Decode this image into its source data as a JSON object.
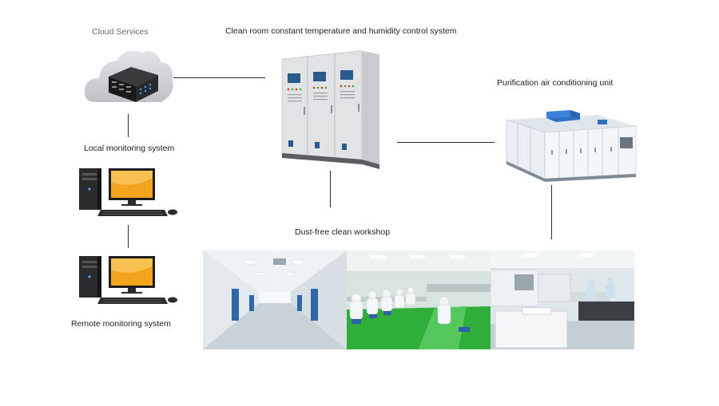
{
  "labels": {
    "cloud_services": "Cloud Services",
    "control_system": "Clean room constant temperature and humidity control system",
    "local_monitoring": "Local monitoring system",
    "remote_monitoring": "Remote monitoring system",
    "air_unit": "Purification air conditioning unit",
    "workshop": "Dust-free clean workshop"
  },
  "icons": {
    "cloud": "cloud-server-icon",
    "control_cabinet": "control-cabinet-icon",
    "computer": "desktop-computer-icon",
    "air_handler": "air-handling-unit-icon",
    "workshop_photos": "cleanroom-photo"
  },
  "colors": {
    "background": "#ffffff",
    "connector": "#2b2b2b",
    "muted_label": "#6b6b6b",
    "cabinet": "#e6e7e9",
    "monitor_screen": "#f2a51c",
    "floor_green": "#2fae3a"
  }
}
